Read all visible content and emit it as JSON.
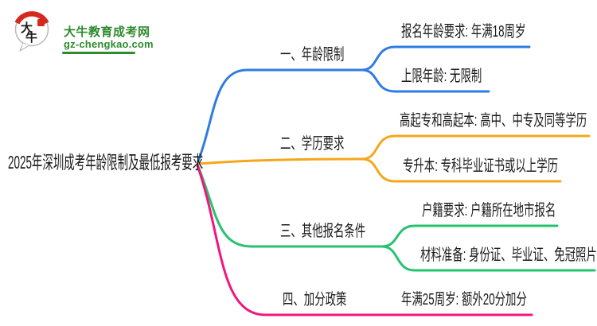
{
  "logo": {
    "brand": "大牛教育成考网",
    "domain": "gz-chengkao.com",
    "icon_chars": "大牛",
    "brand_color": "#2e8b2e",
    "seal_color": "#d5281e"
  },
  "root": {
    "label": "2025年深圳成考年龄限制及最低报考要求"
  },
  "branches": [
    {
      "label": "一、年龄限制",
      "color": "#2e7ce2",
      "children": [
        "报名年龄要求: 年满18周岁",
        "上限年龄: 无限制"
      ]
    },
    {
      "label": "二、学历要求",
      "color": "#f5a71b",
      "children": [
        "高起专和高起本: 高中、中专及同等学历",
        "专升本: 专科毕业证书或以上学历"
      ]
    },
    {
      "label": "三、其他报名条件",
      "color": "#25c36d",
      "children": [
        "户籍要求: 户籍所在地市报名",
        "材料准备: 身份证、毕业证、免冠照片"
      ]
    },
    {
      "label": "四、加分政策",
      "color": "#f2157e",
      "children": [
        "年满25周岁: 额外20分加分"
      ]
    }
  ],
  "text_color": "#1b1b1b"
}
